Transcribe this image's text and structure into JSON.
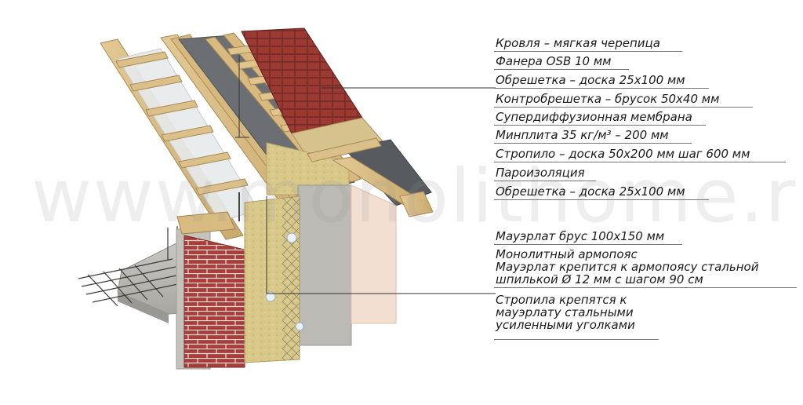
{
  "watermark": "www.monolithome.ru",
  "labels": {
    "l1": "Кровля – мягкая черепица",
    "l2": "Фанера OSB 10 мм",
    "l3": "Обрешетка – доска 25х100 мм",
    "l4": "Контробрешетка – брусок 50х40 мм",
    "l5": "Супердиффузионная мембрана",
    "l6": "Минплита 35 кг/м³ – 200 мм",
    "l7": "Стропило – доска 50х200 мм шаг 600 мм",
    "l8": "Пароизоляция",
    "l9": "Обрешетка – доска 25х100 мм",
    "l10": "Мауэрлат брус 100х150 мм",
    "l11a": "Монолитный армопояс",
    "l11b": "Мауэрлат крепится к армопоясу стальной",
    "l11c": "шпилькой Ø 12 мм с шагом 90 см",
    "l12a": "Стропила крепятся к",
    "l12b": "мауэрлату стальными",
    "l12c": "усиленными уголками"
  },
  "colors": {
    "wood": "#dcc08a",
    "tile": "#9b3a32",
    "membrane": "#6a6e72",
    "insulation": "#d9c98a",
    "concrete": "#b9b7b1",
    "brick": "#a23c3a",
    "plaster": "#f1ddd0"
  }
}
